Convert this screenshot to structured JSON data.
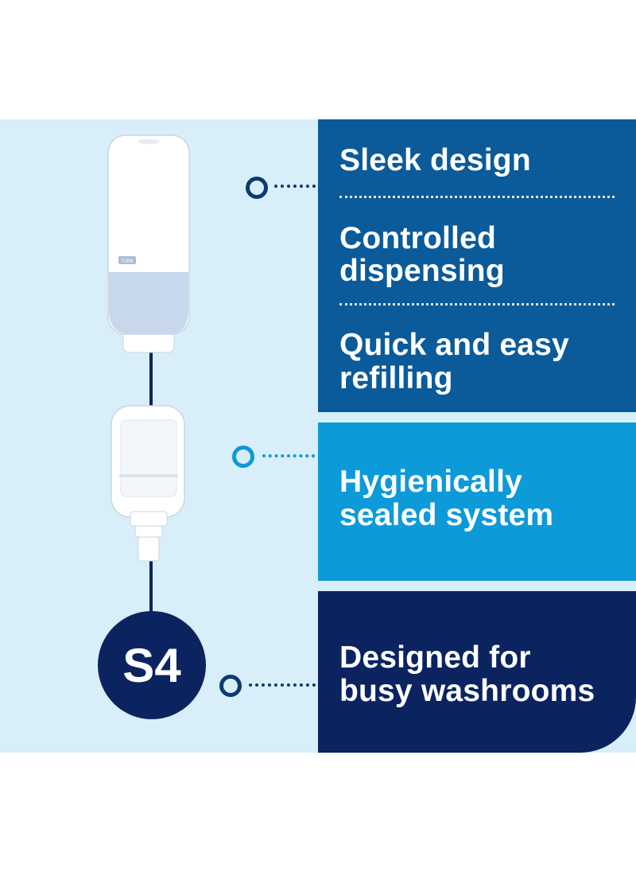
{
  "features": {
    "dark": {
      "item1": "Sleek design",
      "item2_line1": "Controlled",
      "item2_line2": "dispensing",
      "item3_line1": "Quick and easy",
      "item3_line2": "refilling"
    },
    "light": {
      "line1": "Hygienically",
      "line2": "sealed system"
    },
    "navy": {
      "line1": "Designed for",
      "line2": "busy washrooms"
    }
  },
  "badge": {
    "label": "S4"
  },
  "dispenser_logo": "TORK",
  "colors": {
    "background_panel": "#d8eef9",
    "dark_blue": "#0b5b9a",
    "light_blue": "#0d9ad8",
    "navy": "#0b2460"
  }
}
